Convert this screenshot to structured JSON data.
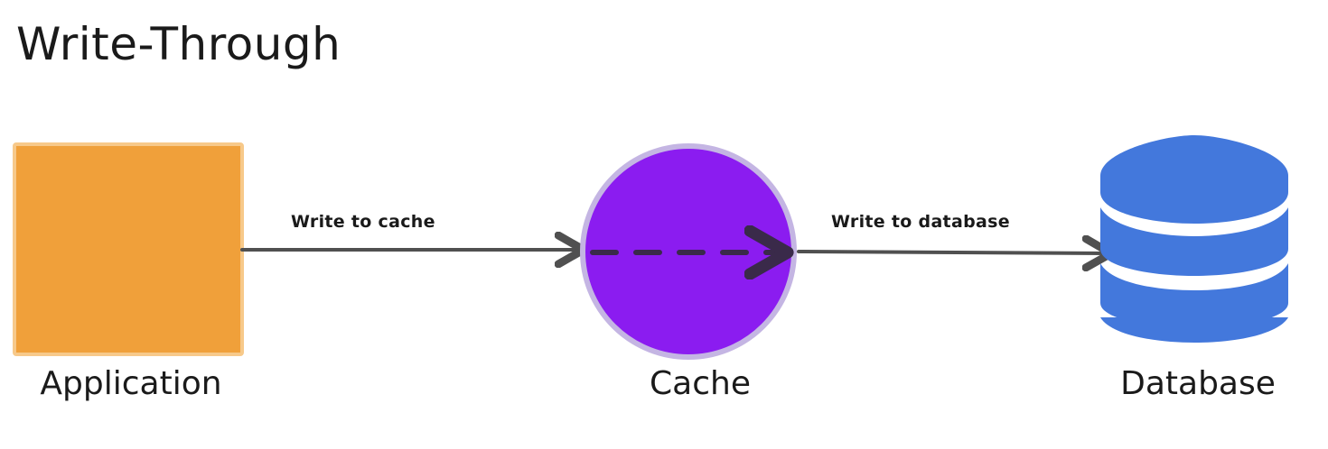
{
  "title": "Write-Through",
  "nodes": {
    "application": {
      "label": "Application",
      "color": "#f0a03a"
    },
    "cache": {
      "label": "Cache",
      "color": "#8b1cf0",
      "border_color": "#c4b5e3"
    },
    "database": {
      "label": "Database",
      "color": "#4378dc"
    }
  },
  "edges": {
    "app_to_cache": {
      "label": "Write to cache",
      "color": "#505050"
    },
    "cache_to_db": {
      "label": "Write to database",
      "color": "#505050"
    },
    "through_cache": {
      "style": "dashed",
      "color": "#3a2a4a"
    }
  }
}
